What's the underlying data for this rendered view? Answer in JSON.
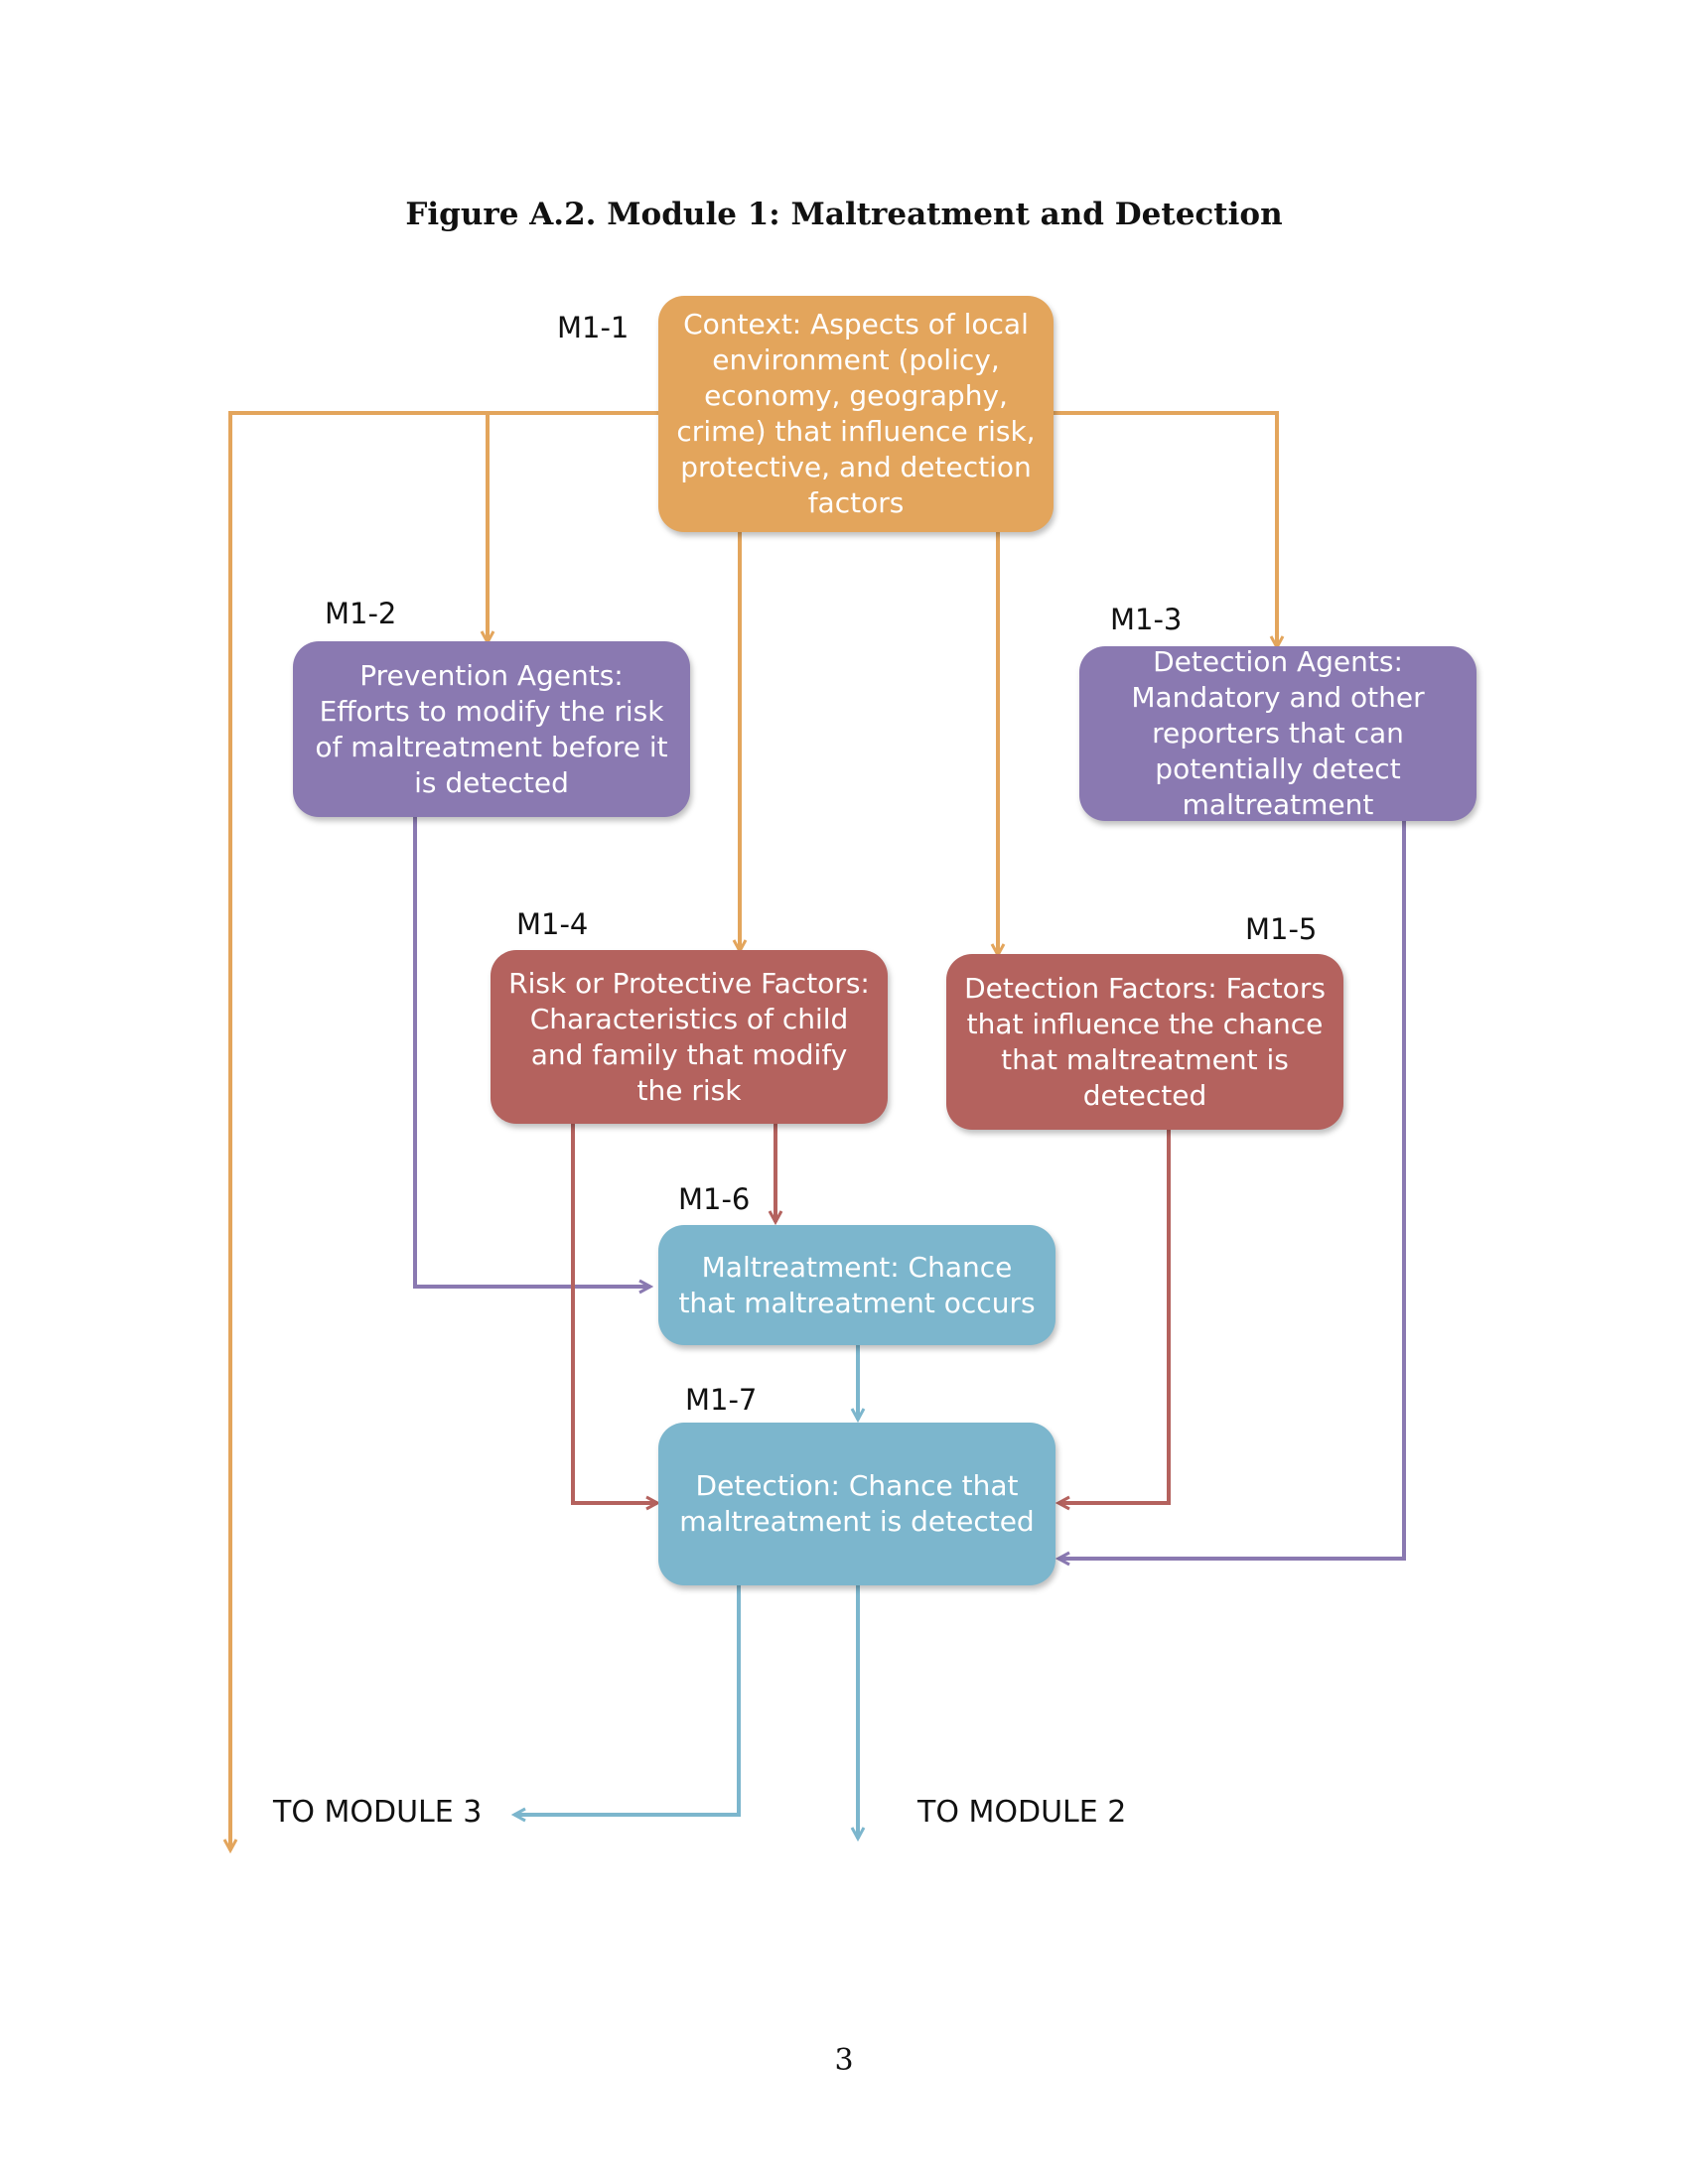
{
  "title": "Figure A.2. Module 1: Maltreatment and Detection",
  "colors": {
    "context": "#e3a55c",
    "agents": "#8a79b1",
    "factors": "#b4625e",
    "outcomes": "#7cb6cd"
  },
  "nodes": {
    "m1_1": {
      "id": "M1-1",
      "text": "Context: Aspects of local environment (policy, economy, geography, crime) that influence risk, protective, and detection factors"
    },
    "m1_2": {
      "id": "M1-2",
      "text": "Prevention Agents: Efforts to modify the risk of maltreatment before it is detected"
    },
    "m1_3": {
      "id": "M1-3",
      "text": "Detection Agents: Mandatory and other reporters that can potentially detect maltreatment"
    },
    "m1_4": {
      "id": "M1-4",
      "text": "Risk or Protective Factors: Characteristics of child and family that modify the risk"
    },
    "m1_5": {
      "id": "M1-5",
      "text": "Detection Factors: Factors that influence the chance that maltreatment is detected"
    },
    "m1_6": {
      "id": "M1-6",
      "text": "Maltreatment: Chance that maltreatment occurs"
    },
    "m1_7": {
      "id": "M1-7",
      "text": "Detection: Chance that maltreatment is detected"
    }
  },
  "destinations": {
    "module3": "TO MODULE 3",
    "module2": "TO MODULE 2"
  },
  "page_number": "3"
}
